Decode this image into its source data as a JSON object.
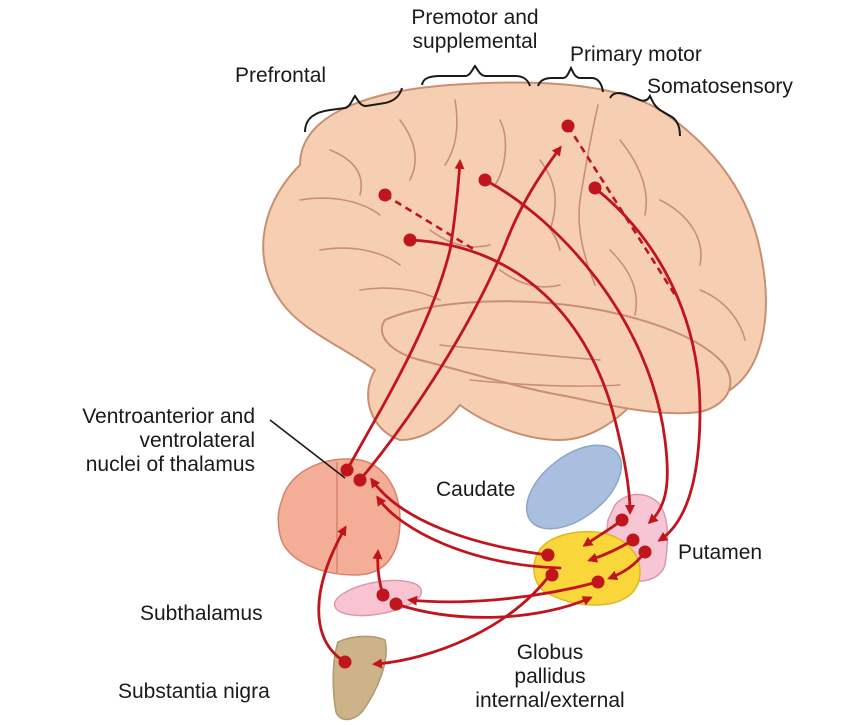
{
  "labels": {
    "prefrontal": "Prefrontal",
    "premotor_line1": "Premotor and",
    "premotor_line2": "supplemental",
    "primary_motor": "Primary motor",
    "somatosensory": "Somatosensory",
    "thalamus_line1": "Ventroanterior and",
    "thalamus_line2": "ventrolateral",
    "thalamus_line3": "nuclei of thalamus",
    "caudate": "Caudate",
    "putamen": "Putamen",
    "subthalamus": "Subthalamus",
    "substantia_nigra": "Substantia nigra",
    "globus_line1": "Globus",
    "globus_line2": "pallidus",
    "globus_line3": "internal/external"
  },
  "colors": {
    "brain_fill": "#f6cfb2",
    "brain_outline": "#c98f72",
    "pathway": "#c0151d",
    "caudate": "#a9bfe0",
    "putamen": "#f6c6d4",
    "globus": "#f9d63a",
    "thalamus": "#f4ad97",
    "subthalamus": "#f8c4d2",
    "substantia_nigra": "#cdb388"
  }
}
